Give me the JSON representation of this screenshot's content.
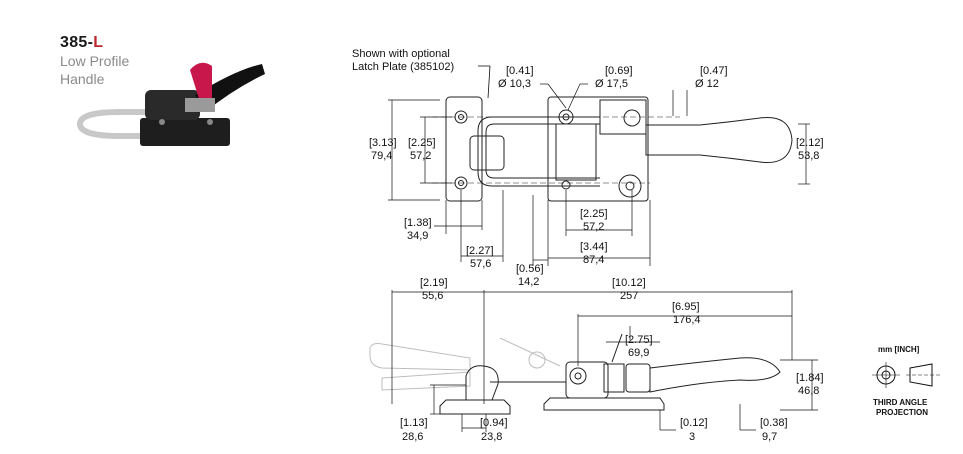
{
  "product": {
    "model": "385-",
    "model_suffix": "L",
    "description_line1": "Low Profile",
    "description_line2": "Handle"
  },
  "note": {
    "line1": "Shown with optional",
    "line2": "Latch Plate (385102)"
  },
  "dims_top": {
    "hole1_in": "[0.41]",
    "hole1_mm": "Ø 10,3",
    "hole2_in": "[0.69]",
    "hole2_mm": "Ø 17,5",
    "hole3_in": "[0.47]",
    "hole3_mm": "Ø 12",
    "height_in": "[3.13]",
    "height_mm": "79,4",
    "inner_h_in": "[2.25]",
    "inner_h_mm": "57,2",
    "right_h_in": "[2.12]",
    "right_h_mm": "53,8",
    "left_w_in": "[1.38]",
    "left_w_mm": "34,9",
    "spacing_in": "[2.27]",
    "spacing_mm": "57,6",
    "offset_in": "[0.56]",
    "offset_mm": "14,2",
    "base_w_in": "[2.25]",
    "base_w_mm": "57,2",
    "base_total_in": "[3.44]",
    "base_total_mm": "87,4"
  },
  "dims_side": {
    "open_in": "[2.19]",
    "open_mm": "55,6",
    "overall_in": "[10.12]",
    "overall_mm": "257",
    "handle_in": "[6.95]",
    "handle_mm": "176,4",
    "reach_in": "[2.75]",
    "reach_mm": "69,9",
    "height_in": "[1.84]",
    "height_mm": "46,8",
    "plate_h_in": "[1.13]",
    "plate_h_mm": "28,6",
    "plate_w_in": "[0.94]",
    "plate_w_mm": "23,8",
    "thick_in": "[0.12]",
    "thick_mm": "3",
    "edge_in": "[0.38]",
    "edge_mm": "9,7"
  },
  "legend": {
    "units": "mm [INCH]",
    "projection_line1": "THIRD ANGLE",
    "projection_line2": "PROJECTION"
  }
}
